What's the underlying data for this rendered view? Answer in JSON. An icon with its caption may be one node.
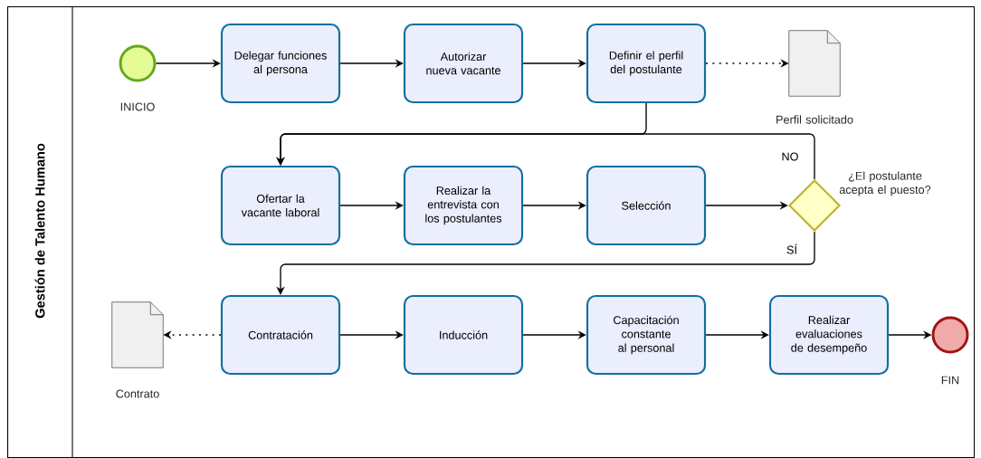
{
  "diagram": {
    "nodes": [
      {
        "text": [
          "Gestión de Talento Humano"
        ]
      },
      {
        "text": [],
        "shape": "circle",
        "beside": [
          "INICIO"
        ],
        "in": 0
      },
      {
        "text": [
          "Delegar funciones al persona"
        ],
        "in": 0
      },
      {
        "text": [
          "Autorizar nueva vacante"
        ],
        "in": 0
      },
      {
        "text": [
          "Definir el perfil del postulante"
        ],
        "in": 0
      },
      {
        "text": [],
        "shape": "document",
        "beside": [
          "Perfil solicitado"
        ],
        "in": 0
      },
      {
        "text": [
          "Ofertar la vacante laboral"
        ],
        "in": 0
      },
      {
        "text": [
          "Realizar la entrevista con los postulantes"
        ],
        "in": 0
      },
      {
        "text": [
          "Selección"
        ],
        "in": 0
      },
      {
        "text": [],
        "shape": "diamond",
        "beside": [
          "¿El postulante acepta el puesto?"
        ],
        "in": 0
      },
      {
        "text": [],
        "shape": "document",
        "beside": [
          "Contrato"
        ],
        "in": 0
      },
      {
        "text": [
          "Contratación"
        ],
        "in": 0
      },
      {
        "text": [
          "Inducción"
        ],
        "in": 0
      },
      {
        "text": [
          "Capacitación constante al personal"
        ],
        "in": 0
      },
      {
        "text": [
          "Realizar evaluaciones de desempeño"
        ],
        "in": 0
      },
      {
        "text": [],
        "shape": "circle",
        "beside": [
          "FIN"
        ],
        "in": 0
      }
    ],
    "edges": [
      {
        "from": 1,
        "to": 2,
        "arrow": "to"
      },
      {
        "from": 2,
        "to": 3,
        "arrow": "to"
      },
      {
        "from": 3,
        "to": 4,
        "arrow": "to"
      },
      {
        "from": 4,
        "to": 5,
        "arrow": "to",
        "style": "dashed"
      },
      {
        "from": 4,
        "to": 6,
        "arrow": "to"
      },
      {
        "from": 6,
        "to": 7,
        "arrow": "to"
      },
      {
        "from": 7,
        "to": 8,
        "arrow": "to"
      },
      {
        "from": 8,
        "to": 9,
        "arrow": "to"
      },
      {
        "from": 9,
        "to": 6,
        "arrow": "to",
        "label": "NO"
      },
      {
        "from": 9,
        "to": 11,
        "arrow": "to",
        "label": "SÍ"
      },
      {
        "from": 11,
        "to": 10,
        "arrow": "to",
        "style": "dashed"
      },
      {
        "from": 11,
        "to": 12,
        "arrow": "to"
      },
      {
        "from": 12,
        "to": 13,
        "arrow": "to"
      },
      {
        "from": 13,
        "to": 14,
        "arrow": "to"
      },
      {
        "from": 14,
        "to": 15,
        "arrow": "to"
      }
    ]
  }
}
